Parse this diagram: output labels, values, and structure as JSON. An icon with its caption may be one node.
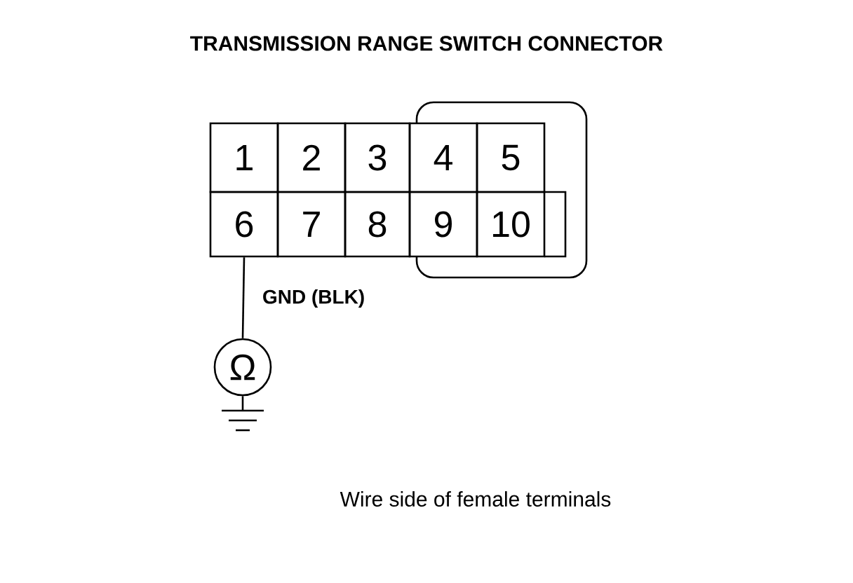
{
  "diagram": {
    "title": "TRANSMISSION RANGE SWITCH CONNECTOR",
    "caption": "Wire side of female terminals",
    "nodes": [
      {
        "text": [
          "1"
        ]
      },
      {
        "text": [
          "2"
        ]
      },
      {
        "text": [
          "3"
        ]
      },
      {
        "text": [
          "4"
        ]
      },
      {
        "text": [
          "5"
        ]
      },
      {
        "text": [
          "6"
        ]
      },
      {
        "text": [
          "7"
        ]
      },
      {
        "text": [
          "8"
        ]
      },
      {
        "text": [
          "9"
        ]
      },
      {
        "text": [
          "10"
        ]
      },
      {
        "text": [
          "Ω"
        ]
      },
      {
        "text": [],
        "shape": "ground"
      }
    ],
    "edges": [
      {
        "from": 5,
        "to": 10,
        "arrow": "none",
        "label": "GND (BLK)"
      },
      {
        "from": 10,
        "to": 11,
        "arrow": "none"
      }
    ]
  }
}
